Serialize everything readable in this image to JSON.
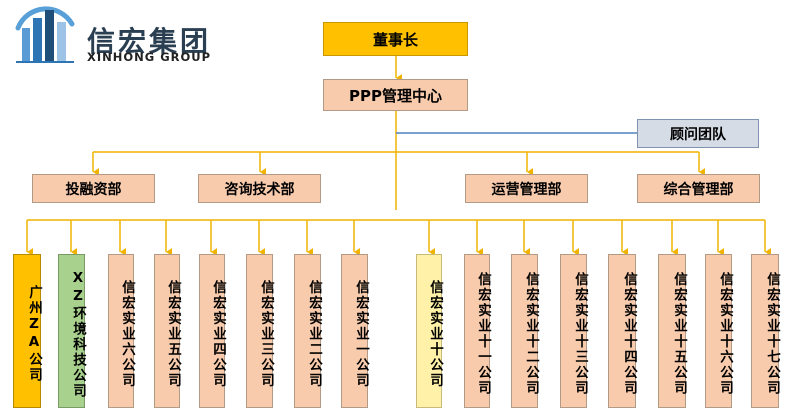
{
  "logo": {
    "name_cn": "信宏集团",
    "name_en": "XINHONG GROUP"
  },
  "chairman": "董事长",
  "ppp_center": "PPP管理中心",
  "advisory": "顾问团队",
  "departments": [
    "投融资部",
    "咨询技术部",
    "运营管理部",
    "综合管理部"
  ],
  "companies": [
    "广州ZA公司",
    "XZ环境科技公司",
    "信宏实业六公司",
    "信宏实业五公司",
    "信宏实业四公司",
    "信宏实业三公司",
    "信宏实业二公司",
    "信宏实业一公司",
    "信宏实业十公司",
    "信宏实业十一公司",
    "信宏实业十二公司",
    "信宏实业十三公司",
    "信宏实业十四公司",
    "信宏实业十五公司",
    "信宏实业十六公司",
    "信宏实业十七公司"
  ],
  "colors": {
    "gold": "#ffc000",
    "salmon": "#f8cbad",
    "green": "#a9d18e",
    "pale_yellow": "#fff2a8",
    "grey_blue": "#d6dce5",
    "connector": "#f0b400",
    "advisory_line": "#4f81bd"
  }
}
